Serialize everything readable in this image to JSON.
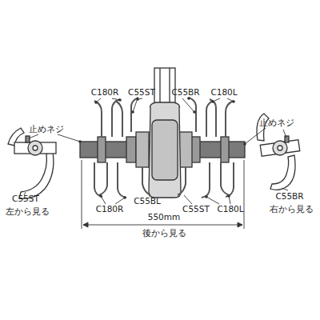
{
  "diagram": {
    "labels": [
      "C180R",
      "C55ST",
      "C55BR",
      "C180L",
      "止めネジ",
      "止めネジ",
      "C55ST",
      "C55BR",
      "左から見る",
      "右から見る",
      "C55BL",
      "C55ST",
      "C180R",
      "C180L",
      "550mm",
      "後から見る"
    ]
  }
}
